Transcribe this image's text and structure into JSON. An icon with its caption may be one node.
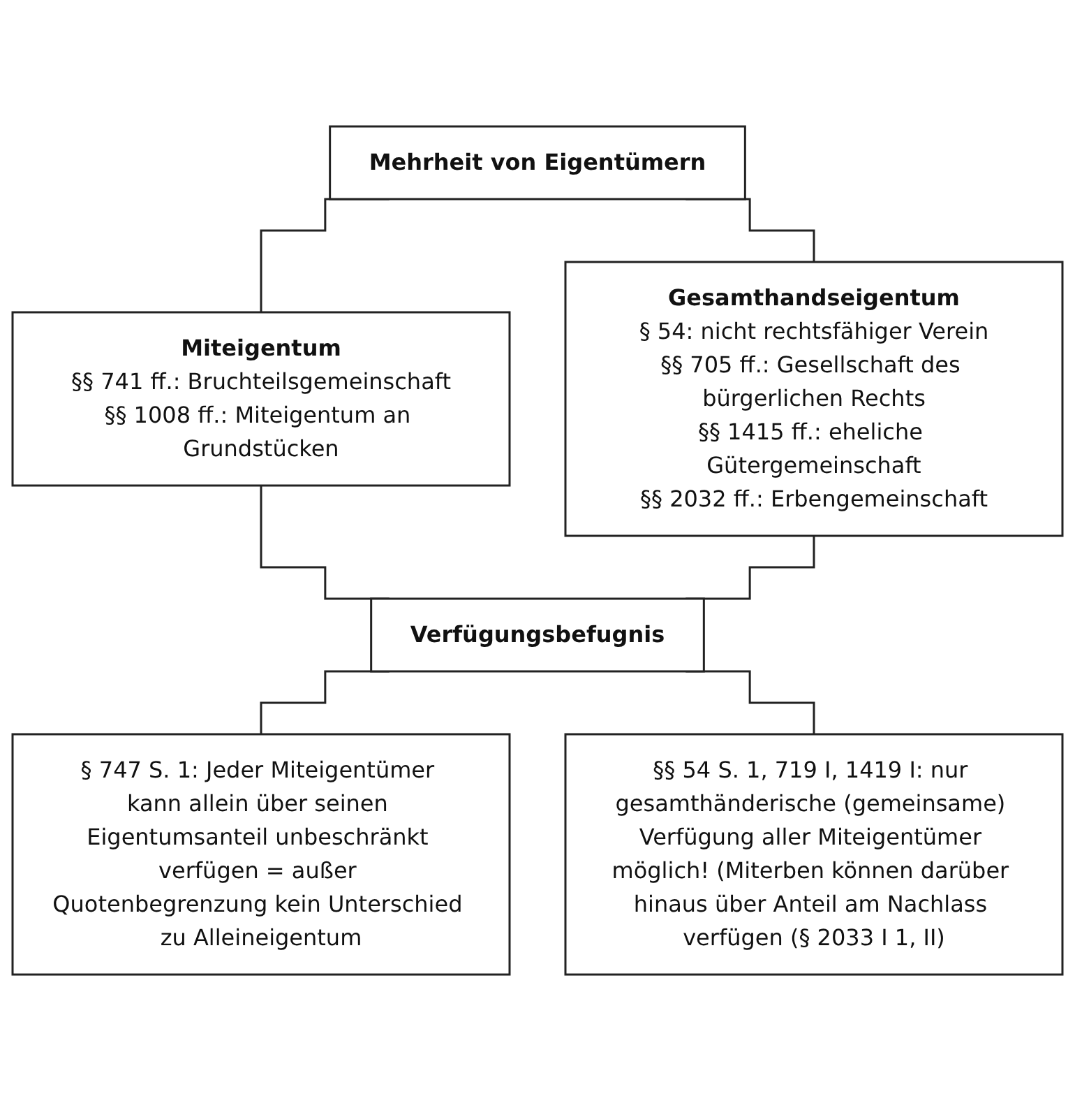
{
  "diagram": {
    "nodes": [
      {
        "text": [
          "Mehrheit von Eigentümern"
        ]
      },
      {
        "text": [
          "Miteigentum",
          "§§ 741 ff.: Bruchteilsgemeinschaft",
          "§§ 1008 ff.: Miteigentum an Grundstücken"
        ]
      },
      {
        "text": [
          "Gesamthandseigentum",
          "§ 54: nicht rechtsfähiger Verein",
          "§§ 705 ff.: Gesellschaft des bürgerlichen Rechts",
          "§§ 1415 ff.: eheliche Gütergemeinschaft",
          "§§ 2032 ff.: Erbengemeinschaft"
        ]
      },
      {
        "text": [
          "Verfügungsbefugnis"
        ]
      },
      {
        "text": [
          "§ 747 S. 1: Jeder Miteigentümer kann allein über seinen Eigentumsanteil unbeschränkt verfügen = außer Quotenbegrenzung kein Unterschied zu Alleineigentum"
        ]
      },
      {
        "text": [
          "§§ 54 S. 1, 719 I, 1419 I: nur gesamthänderische (gemeinsame) Verfügung aller Miteigentümer möglich! (Miterben können darüber hinaus über Anteil am Nachlass verfügen (§ 2033 I 1, II)"
        ]
      }
    ],
    "edges": [
      {
        "from": 0,
        "to": 1,
        "arrow": "none"
      },
      {
        "from": 0,
        "to": 2,
        "arrow": "none"
      },
      {
        "from": 1,
        "to": 3,
        "arrow": "none"
      },
      {
        "from": 2,
        "to": 3,
        "arrow": "none"
      },
      {
        "from": 3,
        "to": 4,
        "arrow": "none"
      },
      {
        "from": 3,
        "to": 5,
        "arrow": "none"
      }
    ]
  }
}
